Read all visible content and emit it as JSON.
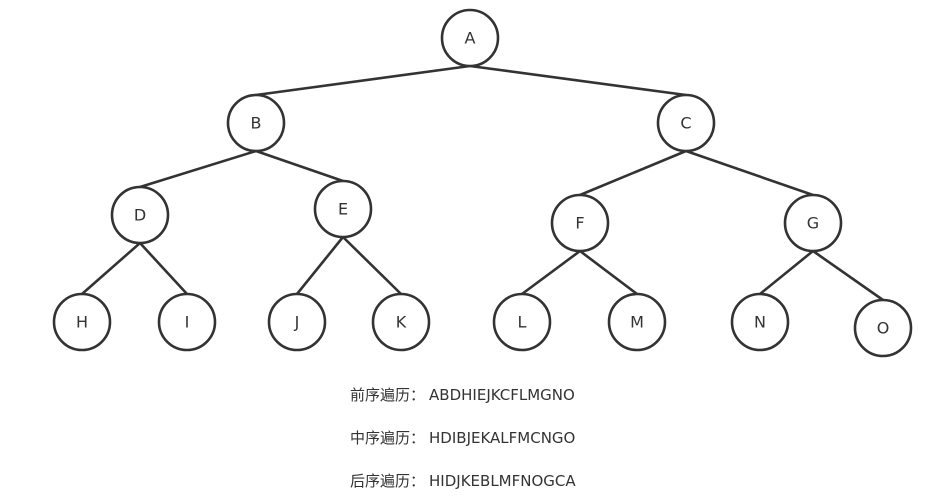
{
  "tree": {
    "nodes": [
      {
        "id": "A",
        "label": "A"
      },
      {
        "id": "B",
        "label": "B"
      },
      {
        "id": "C",
        "label": "C"
      },
      {
        "id": "D",
        "label": "D"
      },
      {
        "id": "E",
        "label": "E"
      },
      {
        "id": "F",
        "label": "F"
      },
      {
        "id": "G",
        "label": "G"
      },
      {
        "id": "H",
        "label": "H"
      },
      {
        "id": "I",
        "label": "I"
      },
      {
        "id": "J",
        "label": "J"
      },
      {
        "id": "K",
        "label": "K"
      },
      {
        "id": "L",
        "label": "L"
      },
      {
        "id": "M",
        "label": "M"
      },
      {
        "id": "N",
        "label": "N"
      },
      {
        "id": "O",
        "label": "O"
      }
    ],
    "edges": [
      [
        "A",
        "B"
      ],
      [
        "A",
        "C"
      ],
      [
        "B",
        "D"
      ],
      [
        "B",
        "E"
      ],
      [
        "C",
        "F"
      ],
      [
        "C",
        "G"
      ],
      [
        "D",
        "H"
      ],
      [
        "D",
        "I"
      ],
      [
        "E",
        "J"
      ],
      [
        "E",
        "K"
      ],
      [
        "F",
        "L"
      ],
      [
        "F",
        "M"
      ],
      [
        "G",
        "N"
      ],
      [
        "G",
        "O"
      ]
    ]
  },
  "traversals": [
    {
      "label": "前序遍历",
      "separator": "：",
      "sequence": "ABDHIEJKCFLMGNO"
    },
    {
      "label": "中序遍历",
      "separator": "：",
      "sequence": "HDIBJEKALFMCNGO"
    },
    {
      "label": "后序遍历",
      "separator": "：",
      "sequence": "HIDJKEBLMFNOGCA"
    }
  ]
}
